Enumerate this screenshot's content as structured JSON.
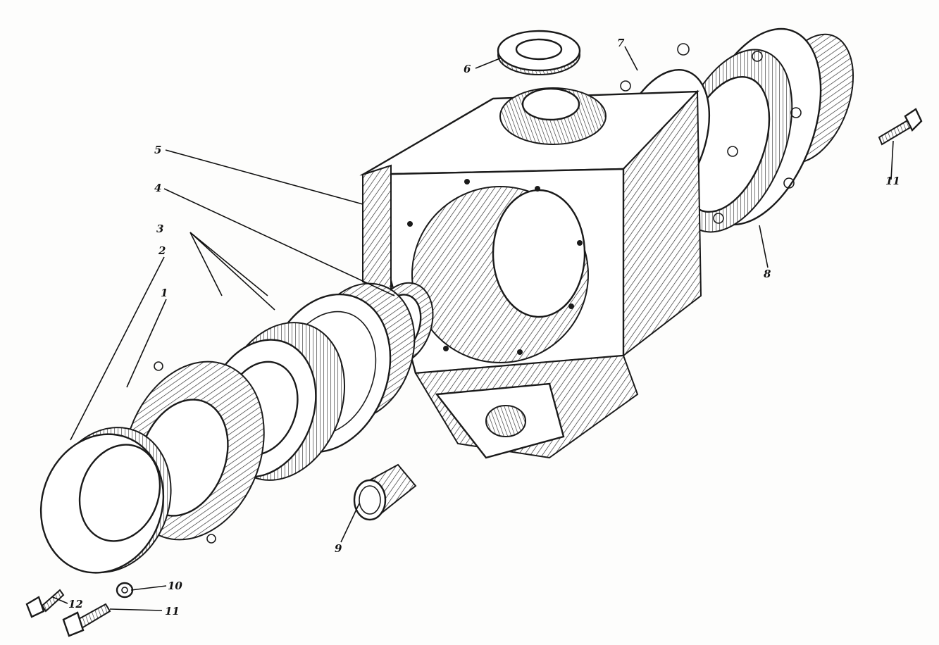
{
  "diagram": {
    "labels": {
      "p1": "1",
      "p2": "2",
      "p3": "3",
      "p4": "4",
      "p5": "5",
      "p6": "6",
      "p7": "7",
      "p8": "8",
      "p9": "9",
      "p10": "10",
      "p11a": "11",
      "p11b": "11",
      "p12": "12"
    }
  }
}
